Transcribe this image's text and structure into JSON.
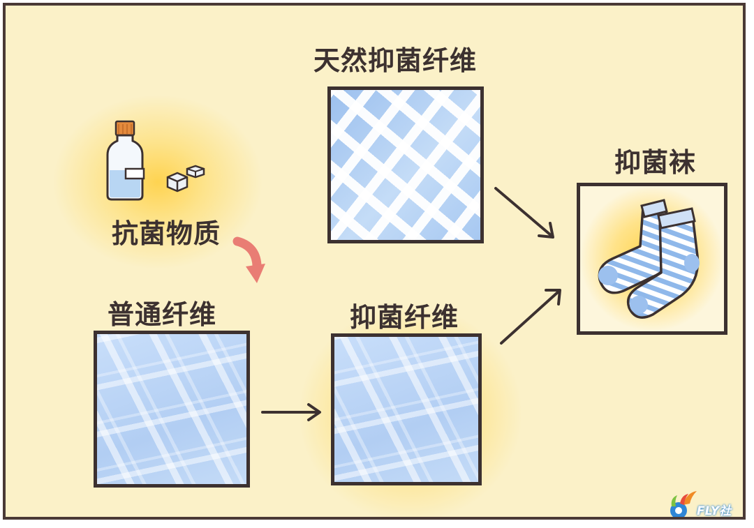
{
  "labels": {
    "natural_fiber": "天然抑菌纤维",
    "antibacterial_substance": "抗菌物质",
    "ordinary_fiber": "普通纤维",
    "antibacterial_fiber": "抑菌纤维",
    "antibacterial_socks": "抑菌袜"
  },
  "watermark": {
    "text": "FLY社区"
  },
  "colors": {
    "background": "#fbf1c8",
    "border": "#3c3130",
    "fabric_blue": "#b6d2f4",
    "glow": "#ffce3c",
    "curved_arrow": "#e97d74"
  },
  "icons": [
    "bottle-icon",
    "crystal-cube-icon",
    "socks-icon",
    "arrow-icon",
    "curved-arrow-icon",
    "fly-logo-icon"
  ]
}
